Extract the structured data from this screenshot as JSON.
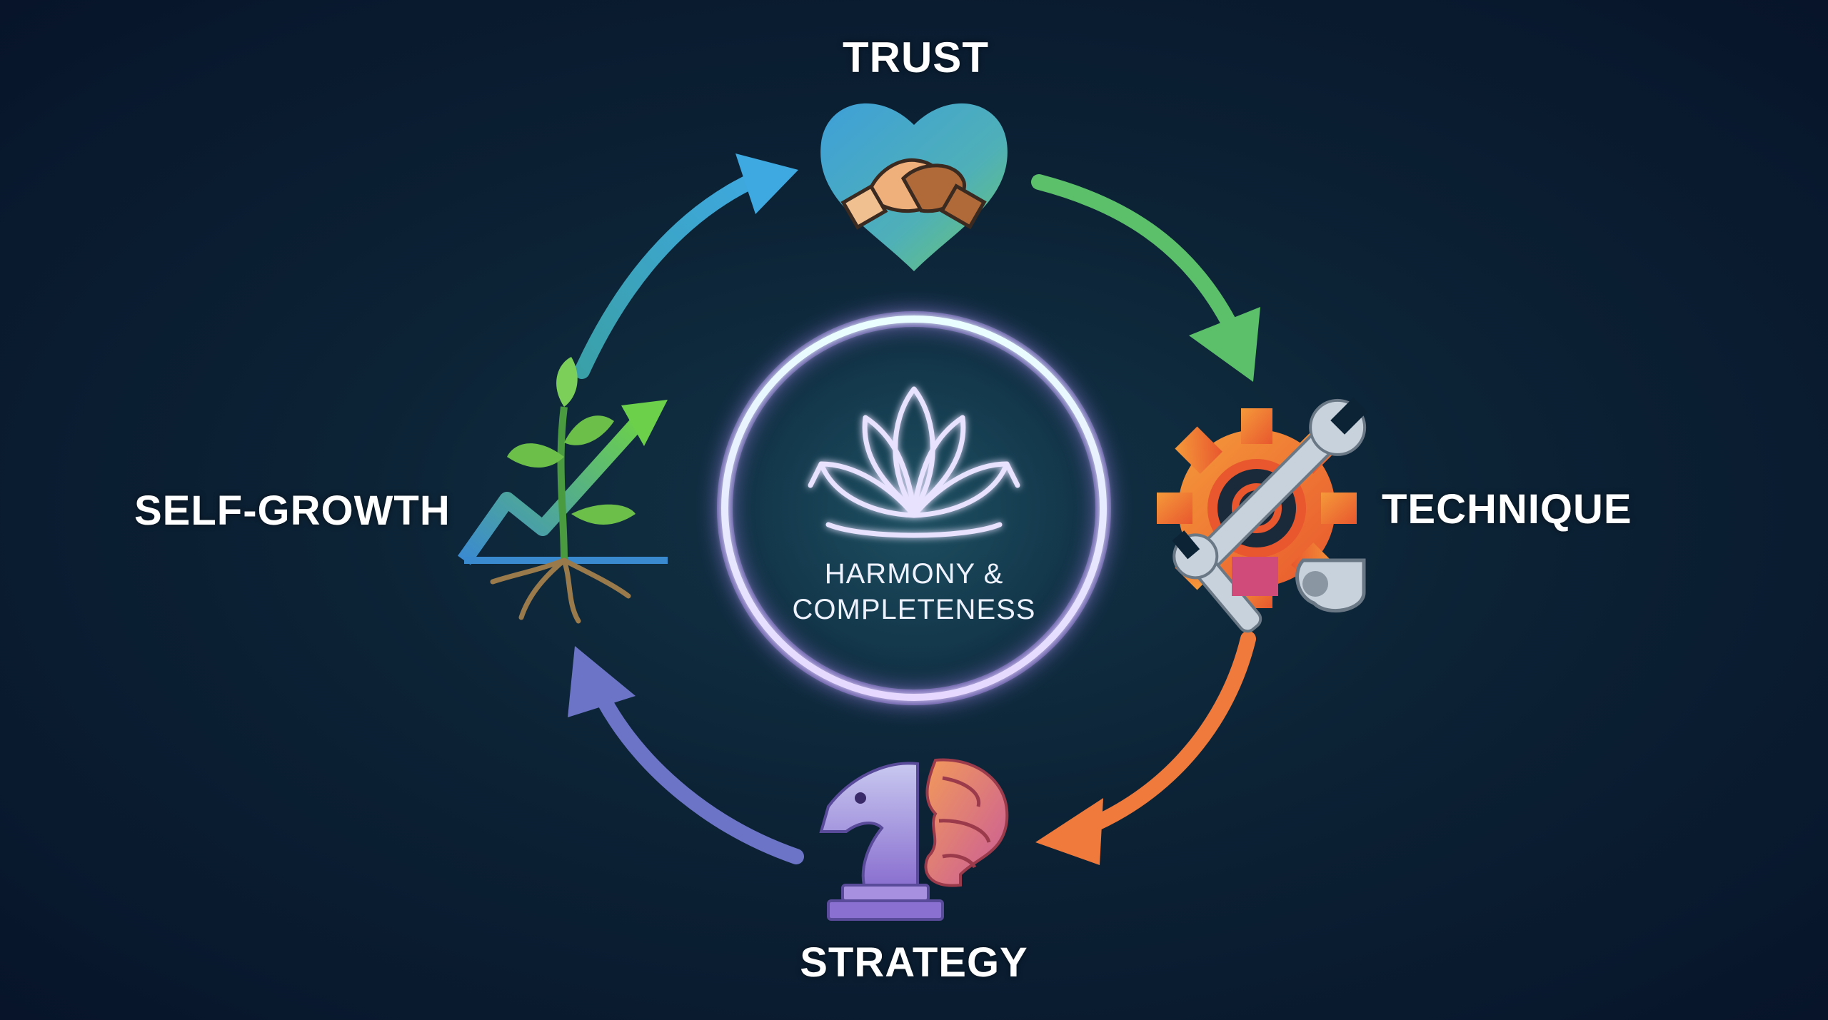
{
  "stages": {
    "trust": {
      "label": "TRUST",
      "icon": "heart-handshake-icon"
    },
    "technique": {
      "label": "TECHNIQUE",
      "icon": "gear-wrench-whistle-icon"
    },
    "strategy": {
      "label": "STRATEGY",
      "icon": "chess-knight-brain-icon"
    },
    "self_growth": {
      "label": "SELF-GROWTH",
      "icon": "plant-growth-arrow-icon"
    }
  },
  "center": {
    "line1": "HARMONY &",
    "line2": "COMPLETENESS",
    "icon": "lotus-icon"
  },
  "colors": {
    "background": "#0a1c30",
    "ring_glow": "#b48cff",
    "arrow_trust_to_technique": "#5cc06a",
    "arrow_technique_to_strategy": "#f07a3c",
    "arrow_strategy_to_selfgrowth": "#6c74c8",
    "arrow_selfgrowth_to_trust": "#3aa0d0"
  }
}
